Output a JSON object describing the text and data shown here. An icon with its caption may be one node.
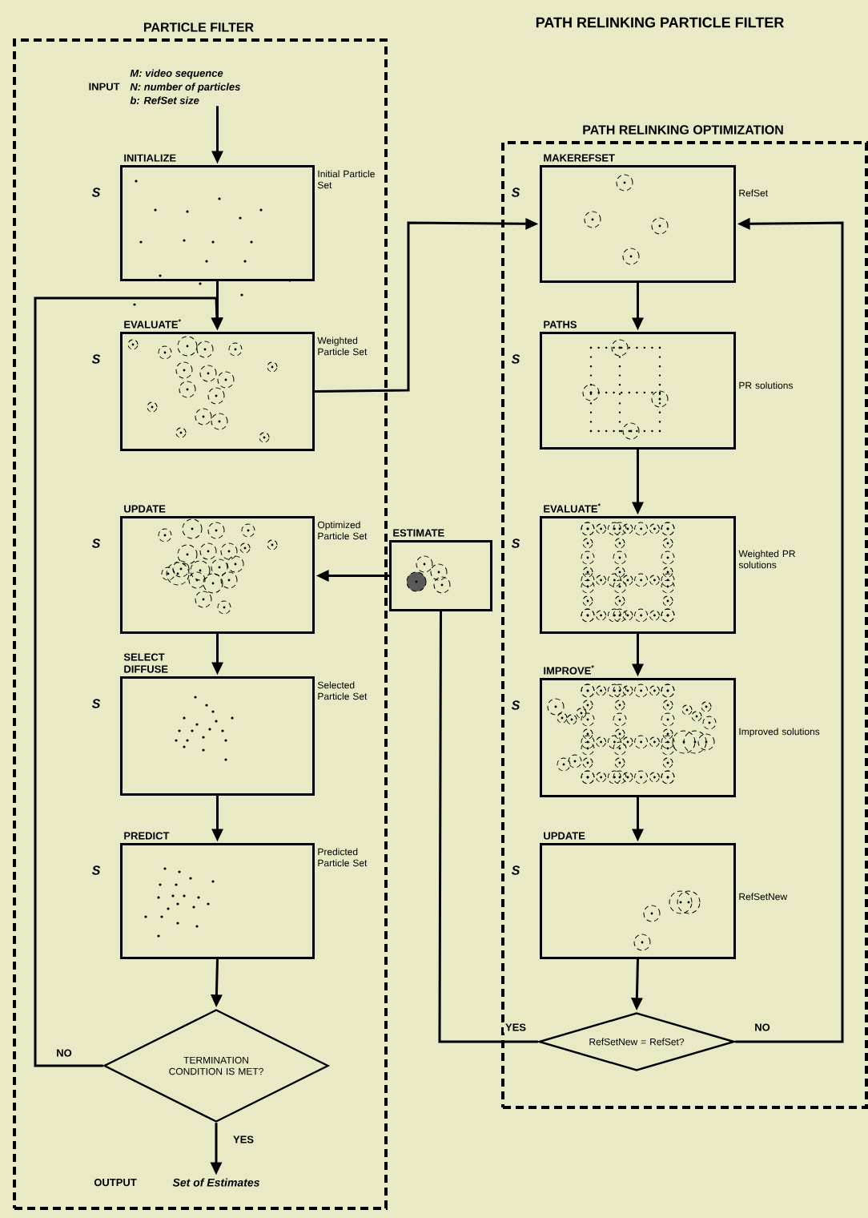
{
  "diagram": {
    "title": "PATH RELINKING PARTICLE FILTER",
    "nodes": [
      {
        "text": [
          "PARTICLE FILTER"
        ]
      },
      {
        "text": [
          "PATH RELINKING OPTIMIZATION"
        ]
      },
      {
        "text": [
          "M: video sequence",
          "N: number of particles",
          "b: RefSet size"
        ],
        "beside": [
          "INPUT"
        ],
        "in": 0
      },
      {
        "text": [
          "INITIALIZE"
        ],
        "beside": [
          "Initial Particle Set",
          "S"
        ],
        "in": 0
      },
      {
        "text": [
          "EVALUATE$^{*}$"
        ],
        "beside": [
          "Weighted Particle Set",
          "S"
        ],
        "in": 0
      },
      {
        "text": [
          "UPDATE"
        ],
        "beside": [
          "Optimized Particle Set",
          "S"
        ],
        "in": 0
      },
      {
        "text": [
          "SELECT DIFFUSE"
        ],
        "beside": [
          "Selected Particle Set",
          "S"
        ],
        "in": 0
      },
      {
        "text": [
          "PREDICT"
        ],
        "beside": [
          "Predicted Particle Set",
          "S"
        ],
        "in": 0
      },
      {
        "text": [
          "TERMINATION CONDITION IS MET?"
        ],
        "in": 0
      },
      {
        "text": [
          "Set of Estimates"
        ],
        "beside": [
          "OUTPUT"
        ],
        "in": 0
      },
      {
        "text": [
          "ESTIMATE"
        ]
      },
      {
        "text": [
          "MAKEREFSET"
        ],
        "beside": [
          "RefSet",
          "S"
        ],
        "in": 1
      },
      {
        "text": [
          "PATHS"
        ],
        "beside": [
          "PR solutions",
          "S"
        ],
        "in": 1
      },
      {
        "text": [
          "EVALUATE$^{*}$"
        ],
        "beside": [
          "Weighted PR solutions",
          "S"
        ],
        "in": 1
      },
      {
        "text": [
          "IMPROVE$^{*}$"
        ],
        "beside": [
          "Improved solutions",
          "S"
        ],
        "in": 1
      },
      {
        "text": [
          "UPDATE"
        ],
        "beside": [
          "RefSetNew",
          "S"
        ],
        "in": 1
      },
      {
        "text": [
          "RefSetNew = RefSet?"
        ],
        "in": 1
      }
    ],
    "edges": [
      {
        "from": 2,
        "to": 3,
        "arrow": "to"
      },
      {
        "from": 3,
        "to": 4,
        "arrow": "to"
      },
      {
        "from": 4,
        "to": 11,
        "arrow": "to"
      },
      {
        "from": 8,
        "to": 4,
        "arrow": "to",
        "label": "NO"
      },
      {
        "from": 10,
        "to": 5,
        "arrow": "to"
      },
      {
        "from": 5,
        "to": 6,
        "arrow": "to"
      },
      {
        "from": 6,
        "to": 7,
        "arrow": "to"
      },
      {
        "from": 7,
        "to": 8,
        "arrow": "to"
      },
      {
        "from": 8,
        "to": 9,
        "arrow": "to",
        "label": "YES"
      },
      {
        "from": 11,
        "to": 12,
        "arrow": "to"
      },
      {
        "from": 12,
        "to": 13,
        "arrow": "to"
      },
      {
        "from": 13,
        "to": 14,
        "arrow": "to"
      },
      {
        "from": 14,
        "to": 15,
        "arrow": "to"
      },
      {
        "from": 15,
        "to": 16,
        "arrow": "to"
      },
      {
        "from": 16,
        "to": 11,
        "arrow": "to",
        "label": "NO"
      },
      {
        "from": 16,
        "to": 10,
        "arrow": "none",
        "label": "YES"
      }
    ]
  }
}
